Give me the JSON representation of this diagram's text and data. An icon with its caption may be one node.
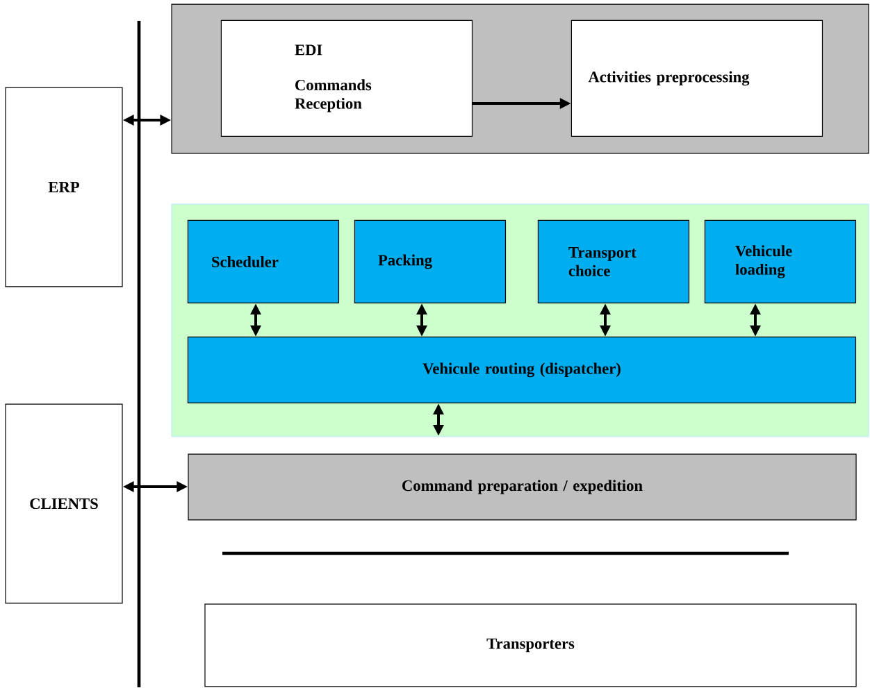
{
  "diagram": {
    "nodes": [
      {
        "text": [
          "ERP"
        ]
      },
      {
        "text": [
          "CLIENTS"
        ]
      },
      {
        "text": [],
        "shape": "box"
      },
      {
        "text": [
          "EDI",
          "Commands Reception"
        ],
        "in": 2
      },
      {
        "text": [
          "Activities preprocessing"
        ],
        "in": 2
      },
      {
        "text": [],
        "shape": "box"
      },
      {
        "text": [
          "Scheduler"
        ],
        "in": 5
      },
      {
        "text": [
          "Packing"
        ],
        "in": 5
      },
      {
        "text": [
          "Transport choice"
        ],
        "in": 5
      },
      {
        "text": [
          "Vehicule loading"
        ],
        "in": 5
      },
      {
        "text": [
          "Vehicule routing (dispatcher)"
        ],
        "in": 5
      },
      {
        "text": [
          "Command preparation / expedition"
        ]
      },
      {
        "text": [
          "Transporters"
        ]
      }
    ],
    "edges": [
      {
        "from": 0,
        "to": 2,
        "arrow": "both"
      },
      {
        "from": 3,
        "to": 4,
        "arrow": "to"
      },
      {
        "from": 6,
        "to": 10,
        "arrow": "both"
      },
      {
        "from": 7,
        "to": 10,
        "arrow": "both"
      },
      {
        "from": 8,
        "to": 10,
        "arrow": "both"
      },
      {
        "from": 9,
        "to": 10,
        "arrow": "both"
      },
      {
        "from": 10,
        "to": null,
        "arrow": "both"
      },
      {
        "from": 1,
        "to": 11,
        "arrow": "both"
      }
    ]
  }
}
